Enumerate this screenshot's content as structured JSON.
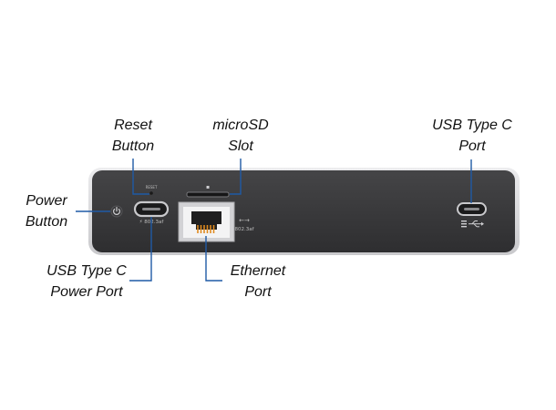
{
  "callouts": {
    "reset": {
      "line1": "Reset",
      "line2": "Button"
    },
    "microsd": {
      "line1": "microSD",
      "line2": "Slot"
    },
    "usb_port": {
      "line1": "USB Type C",
      "line2": "Port"
    },
    "power": {
      "line1": "Power",
      "line2": "Button"
    },
    "usb_power": {
      "line1": "USB Type C",
      "line2": "Power Port"
    },
    "ethernet": {
      "line1": "Ethernet",
      "line2": "Port"
    }
  },
  "device_labels": {
    "reset_marking": "RESET",
    "power_port_marking": "⚡ 802.3af",
    "ethernet_marking": "802.3af",
    "ethernet_arrow": "←→"
  },
  "colors": {
    "callout_line": "#1f5aa6",
    "device_body": "#3b3b3d",
    "device_frame": "#d9d9db",
    "port_metal": "#c9c9cc",
    "ethernet_contacts": "#e08a1e"
  },
  "icons": {
    "power": "power-icon",
    "usb": "usb-icon"
  }
}
